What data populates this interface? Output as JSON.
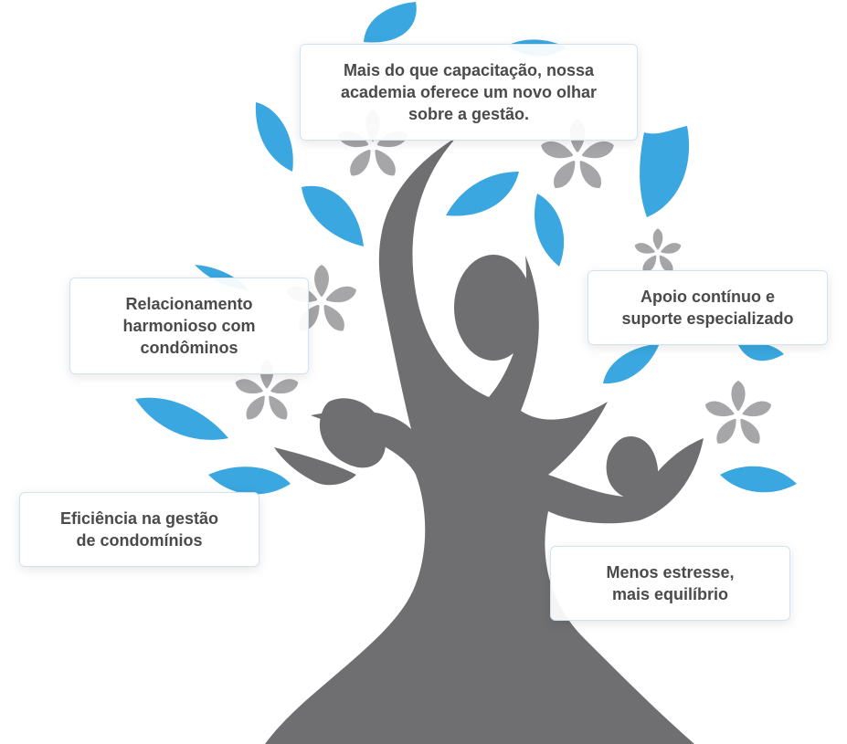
{
  "colors": {
    "trunk": "#6f6e71",
    "leaf": "#3aa7e0",
    "flower": "#a6a5a8",
    "card_border": "#cfe3f3",
    "text": "#4a4a4a"
  },
  "cards": {
    "top": "Mais do que capacitação, nossa\nacademia oferece um novo olhar\nsobre a gestão.",
    "left_upper": "Relacionamento\nharmonioso com\ncondôminos",
    "right_upper": "Apoio contínuo e\nsuporte especializado",
    "left_lower": "Eficiência na gestão\nde condomínios",
    "right_lower": "Menos estresse,\nmais equilíbrio"
  }
}
